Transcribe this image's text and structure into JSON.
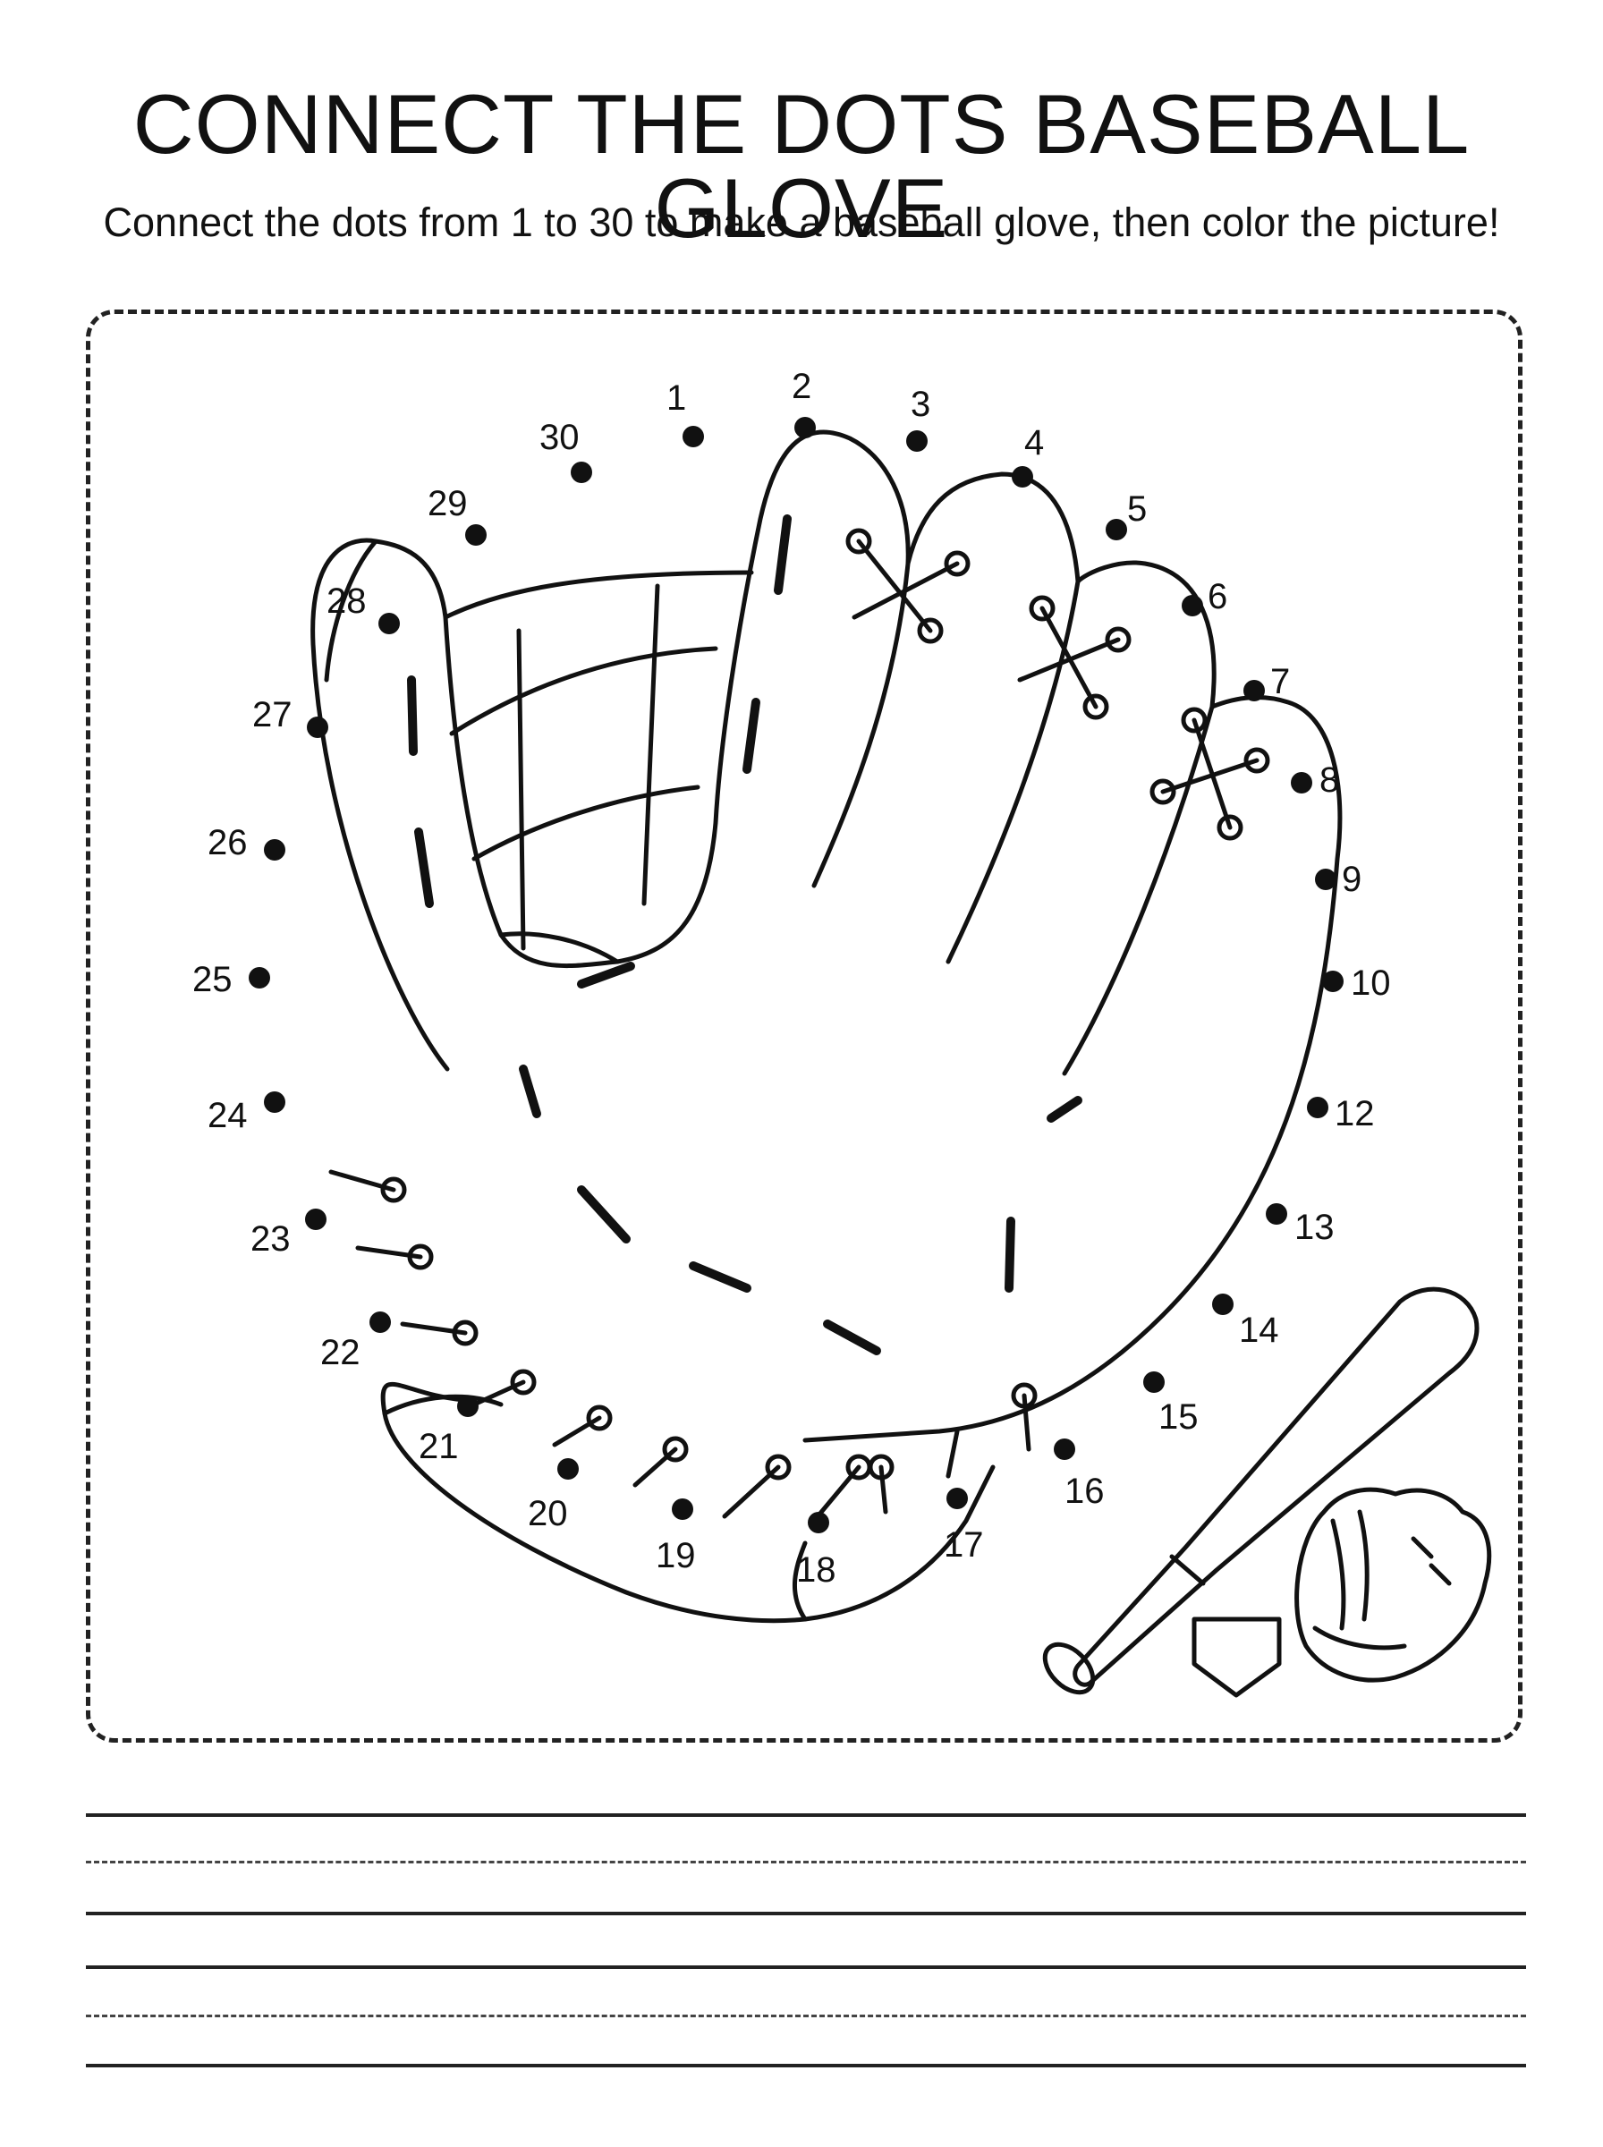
{
  "title": "CONNECT THE DOTS BASEBALL GLOVE",
  "subtitle": "Connect the dots from 1 to 30 to make a baseball glove, then color the picture!",
  "dots": [
    {
      "n": "1"
    },
    {
      "n": "2"
    },
    {
      "n": "3"
    },
    {
      "n": "4"
    },
    {
      "n": "5"
    },
    {
      "n": "6"
    },
    {
      "n": "7"
    },
    {
      "n": "8"
    },
    {
      "n": "9"
    },
    {
      "n": "10"
    },
    {
      "n": "12"
    },
    {
      "n": "13"
    },
    {
      "n": "14"
    },
    {
      "n": "15"
    },
    {
      "n": "16"
    },
    {
      "n": "17"
    },
    {
      "n": "18"
    },
    {
      "n": "19"
    },
    {
      "n": "20"
    },
    {
      "n": "21"
    },
    {
      "n": "22"
    },
    {
      "n": "23"
    },
    {
      "n": "24"
    },
    {
      "n": "25"
    },
    {
      "n": "26"
    },
    {
      "n": "27"
    },
    {
      "n": "28"
    },
    {
      "n": "29"
    },
    {
      "n": "30"
    }
  ],
  "icons": [
    "baseball-glove-icon",
    "baseball-bat-icon",
    "home-plate-icon",
    "small-glove-icon"
  ]
}
